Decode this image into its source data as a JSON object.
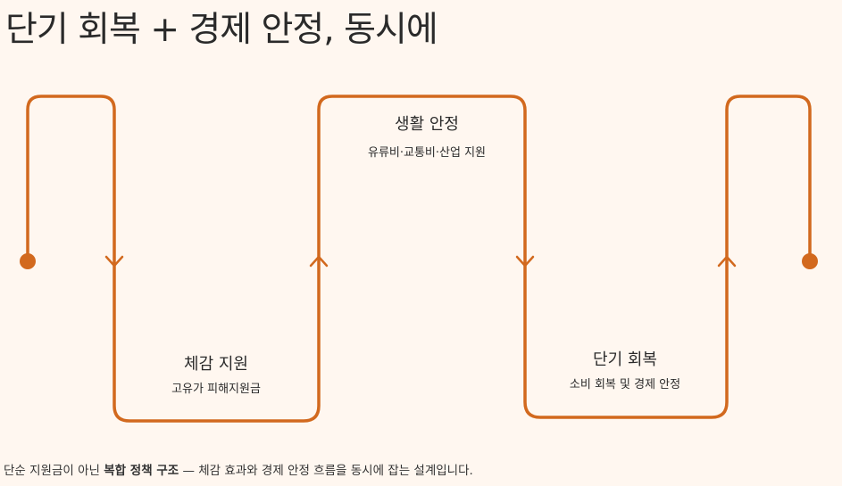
{
  "title": "단기 회복 + 경제 안정, 동시에",
  "colors": {
    "background": "#FFF7F0",
    "accent": "#D2691E",
    "text": "#2b2b2b"
  },
  "nodes": {
    "living": {
      "head": "생활 안정",
      "sub": "유류비·교통비·산업 지원"
    },
    "support": {
      "head": "체감 지원",
      "sub": "고유가 피해지원금"
    },
    "recovery": {
      "head": "단기 회복",
      "sub": "소비 회복 및 경제 안정"
    }
  },
  "caption": {
    "lead": "단순 지원금이 아닌 ",
    "bold": "복합 정책 구조",
    "rest": " — 체감 효과와 경제 안정 흐름을 동시에 잡는 설계입니다."
  }
}
